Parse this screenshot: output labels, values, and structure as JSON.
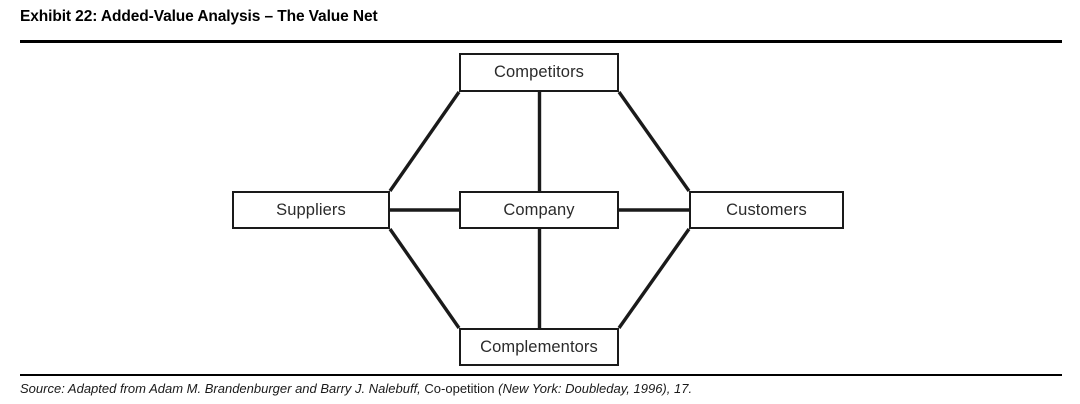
{
  "exhibit": {
    "title": "Exhibit 22: Added-Value Analysis – The Value Net",
    "divider_color": "#000000"
  },
  "diagram": {
    "type": "network",
    "line_color": "#1a1a1a",
    "box_border_color": "#1a1a1a",
    "box_fill_color": "#ffffff",
    "label_color": "#2b2b2b",
    "nodes": [
      {
        "id": "competitors",
        "label": "Competitors",
        "position": "top"
      },
      {
        "id": "suppliers",
        "label": "Suppliers",
        "position": "left"
      },
      {
        "id": "company",
        "label": "Company",
        "position": "center"
      },
      {
        "id": "customers",
        "label": "Customers",
        "position": "right"
      },
      {
        "id": "complementors",
        "label": "Complementors",
        "position": "bottom"
      }
    ],
    "edges": [
      {
        "from": "competitors",
        "to": "company",
        "style": "vertical"
      },
      {
        "from": "suppliers",
        "to": "company",
        "style": "horizontal"
      },
      {
        "from": "company",
        "to": "customers",
        "style": "horizontal"
      },
      {
        "from": "company",
        "to": "complementors",
        "style": "vertical"
      },
      {
        "from": "suppliers",
        "to": "competitors",
        "style": "diagonal"
      },
      {
        "from": "competitors",
        "to": "customers",
        "style": "diagonal"
      },
      {
        "from": "suppliers",
        "to": "complementors",
        "style": "diagonal"
      },
      {
        "from": "complementors",
        "to": "customers",
        "style": "diagonal"
      }
    ]
  },
  "source": {
    "prefix": "Source: Adapted from Adam M. Brandenburger and Barry J. Nalebuff, ",
    "work_title": "Co-opetition",
    "suffix": " (New York: Doubleday, 1996), 17."
  }
}
